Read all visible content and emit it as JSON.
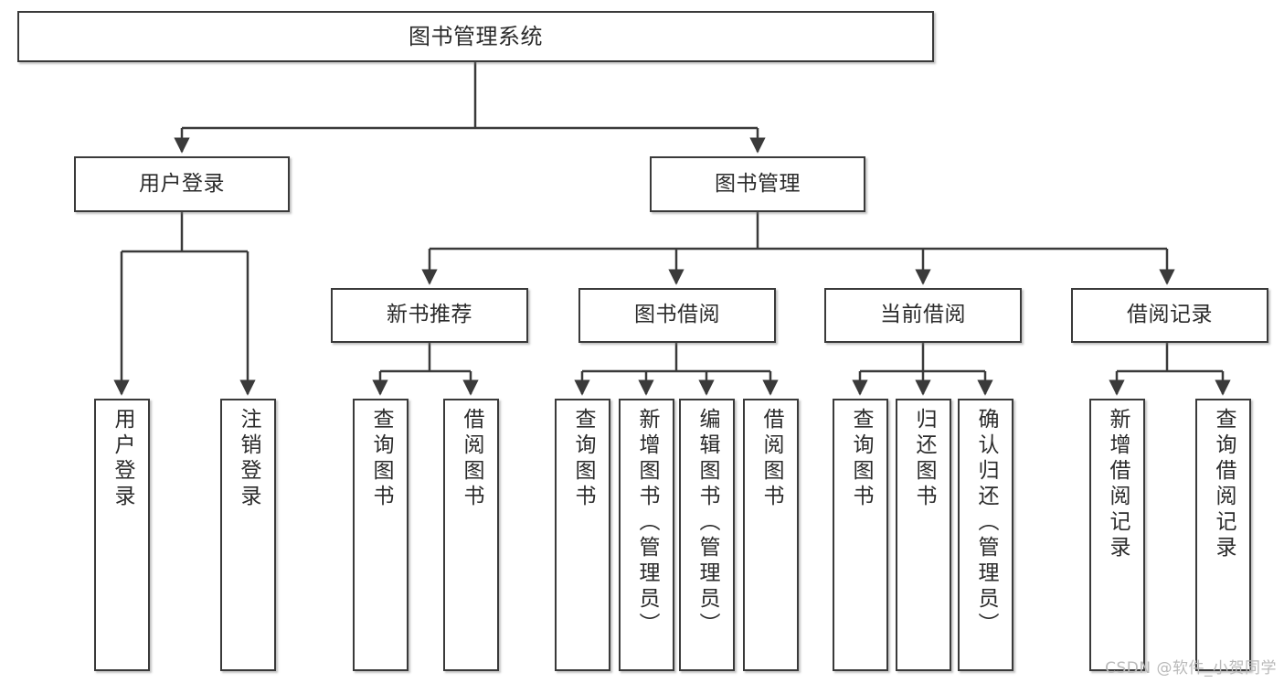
{
  "diagram": {
    "title": "图书管理系统",
    "type": "tree",
    "orientation": "top-down",
    "line_color": "#3a3a3a",
    "text_color": "#2b2b2b",
    "background": "#ffffff"
  },
  "watermark": {
    "text": "CSDN @软件_小贺同学",
    "color": "#b9b9b9"
  },
  "nodes": {
    "root": {
      "label": "图书管理系统"
    },
    "level2": [
      {
        "label": "用户登录"
      },
      {
        "label": "图书管理"
      }
    ],
    "level3": [
      {
        "label": "新书推荐"
      },
      {
        "label": "图书借阅"
      },
      {
        "label": "当前借阅"
      },
      {
        "label": "借阅记录"
      }
    ],
    "leaves": {
      "user_login": [
        {
          "label": "用户登录"
        },
        {
          "label": "注销登录"
        }
      ],
      "new_book_recommend": [
        {
          "label": "查询图书"
        },
        {
          "label": "借阅图书"
        }
      ],
      "book_borrow": [
        {
          "label": "查询图书"
        },
        {
          "label": "新增图书（管理员）"
        },
        {
          "label": "编辑图书（管理员）"
        },
        {
          "label": "借阅图书"
        }
      ],
      "current_borrow": [
        {
          "label": "查询图书"
        },
        {
          "label": "归还图书"
        },
        {
          "label": "确认归还（管理员）"
        }
      ],
      "borrow_record": [
        {
          "label": "新增借阅记录"
        },
        {
          "label": "查询借阅记录"
        }
      ]
    }
  }
}
